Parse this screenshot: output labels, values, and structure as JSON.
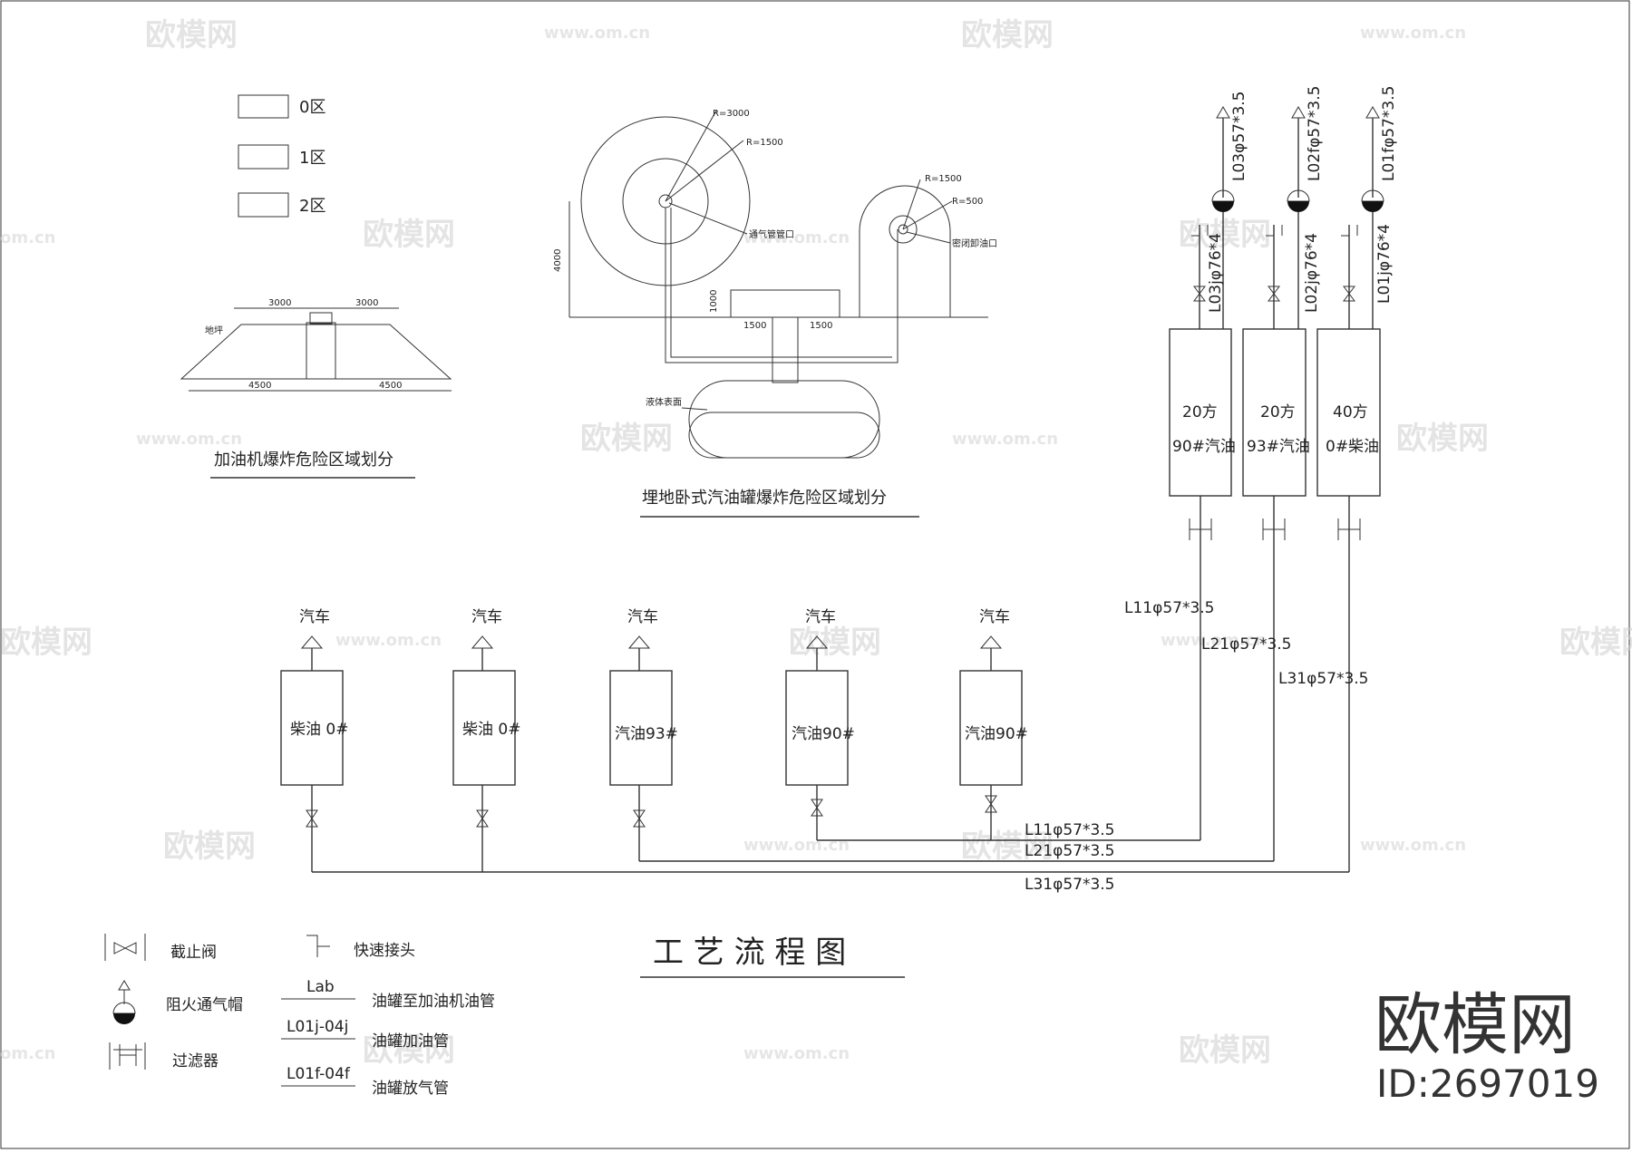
{
  "legend_zones": [
    {
      "label": "0区"
    },
    {
      "label": "1区"
    },
    {
      "label": "2区"
    }
  ],
  "dispenser_section": {
    "title": "加油机爆炸危险区域划分",
    "dims": [
      "3000",
      "3000",
      "4500",
      "4500"
    ],
    "ground_mark": "地坪"
  },
  "tank_section": {
    "title": "埋地卧式汽油罐爆炸危险区域划分",
    "r_outer": "R=3000",
    "r_inner": "R=1500",
    "r_outer2": "R=1500",
    "r_inner2": "R=500",
    "vent_label": "通气管管口",
    "unload_label": "密闭卸油口",
    "height_dim": "4000",
    "h_dim2": "1000",
    "w_dims": [
      "1500",
      "1500"
    ],
    "liquid_label": "液体表面"
  },
  "tanks": [
    {
      "vent": "L03φ57*3.5",
      "fill": "L03jφ76*4",
      "cap": "20方",
      "fuel": "90#汽油"
    },
    {
      "vent": "L02fφ57*3.5",
      "fill": "L02jφ76*4",
      "cap": "20方",
      "fuel": "93#汽油"
    },
    {
      "vent": "L01fφ57*3.5",
      "fill": "L01jφ76*4",
      "cap": "40方",
      "fuel": "0#柴油"
    }
  ],
  "tank_lines": [
    "L11φ57*3.5",
    "L21φ57*3.5",
    "L31φ57*3.5"
  ],
  "dispensers": [
    {
      "top": "汽车",
      "fuel": "柴油 0#"
    },
    {
      "top": "汽车",
      "fuel": "柴油 0#"
    },
    {
      "top": "汽车",
      "fuel": "汽油93#"
    },
    {
      "top": "汽车",
      "fuel": "汽油90#"
    },
    {
      "top": "汽车",
      "fuel": "汽油90#"
    }
  ],
  "bottom_lines": [
    "L11φ57*3.5",
    "L21φ57*3.5",
    "L31φ57*3.5"
  ],
  "flow_title": "工 艺 流 程 图",
  "legend": {
    "valve": "截止阀",
    "coupling": "快速接头",
    "vent_cap": "阻火通气帽",
    "filter": "过滤器",
    "lab": "Lab",
    "lab_desc": "油罐至加油机油管",
    "l01j": "L01j-04j",
    "l01j_desc": "油罐加油管",
    "l01f": "L01f-04f",
    "l01f_desc": "油罐放气管"
  },
  "brand": {
    "name": "欧模网",
    "id": "ID:2697019"
  },
  "watermarks": {
    "logo": "欧模网",
    "url": "www.om.cn",
    "partial": "om.cn"
  }
}
